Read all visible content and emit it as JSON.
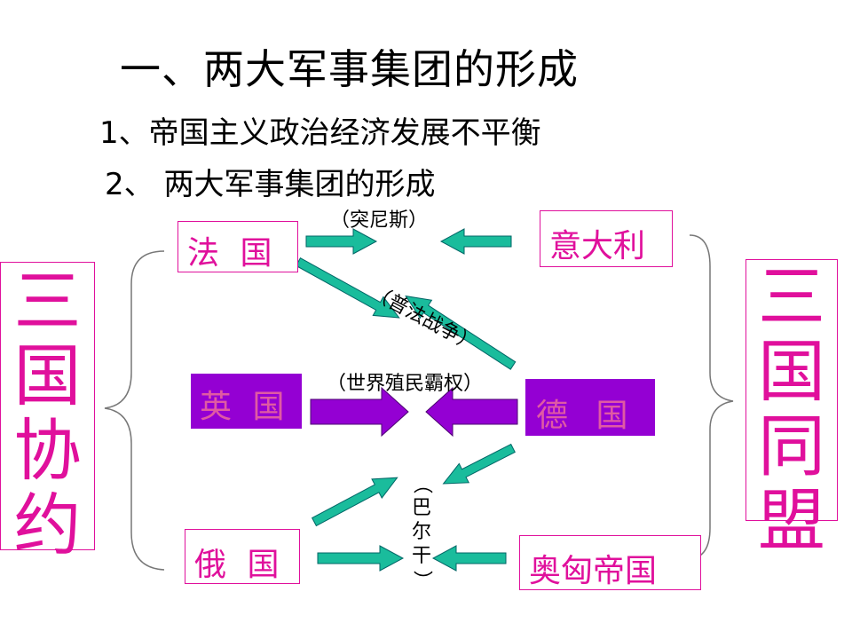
{
  "title": "一、两大军事集团的形成",
  "subtitles": [
    "1、帝国主义政治经济发展不平衡",
    "2、  两大军事集团的形成"
  ],
  "countries": {
    "france": "法 国",
    "italy": "意大利",
    "britain": "英 国",
    "germany": "德 国",
    "russia": "俄 国",
    "austria_hungary": "奥匈帝国"
  },
  "blocs": {
    "entente": [
      "三",
      "国",
      "协",
      "约"
    ],
    "alliance": [
      "三",
      "国",
      "同",
      "盟"
    ]
  },
  "conflict_labels": {
    "tunis": "（突尼斯）",
    "franco_prussian": "（普法战争）",
    "world_colonial": "（世界殖民霸权）",
    "balkans": [
      "（",
      "巴",
      "尔",
      "干",
      "）"
    ]
  },
  "colors": {
    "accent": "#e0109c",
    "purple": "#9400d3",
    "arrow_green": "#1abc9c"
  }
}
